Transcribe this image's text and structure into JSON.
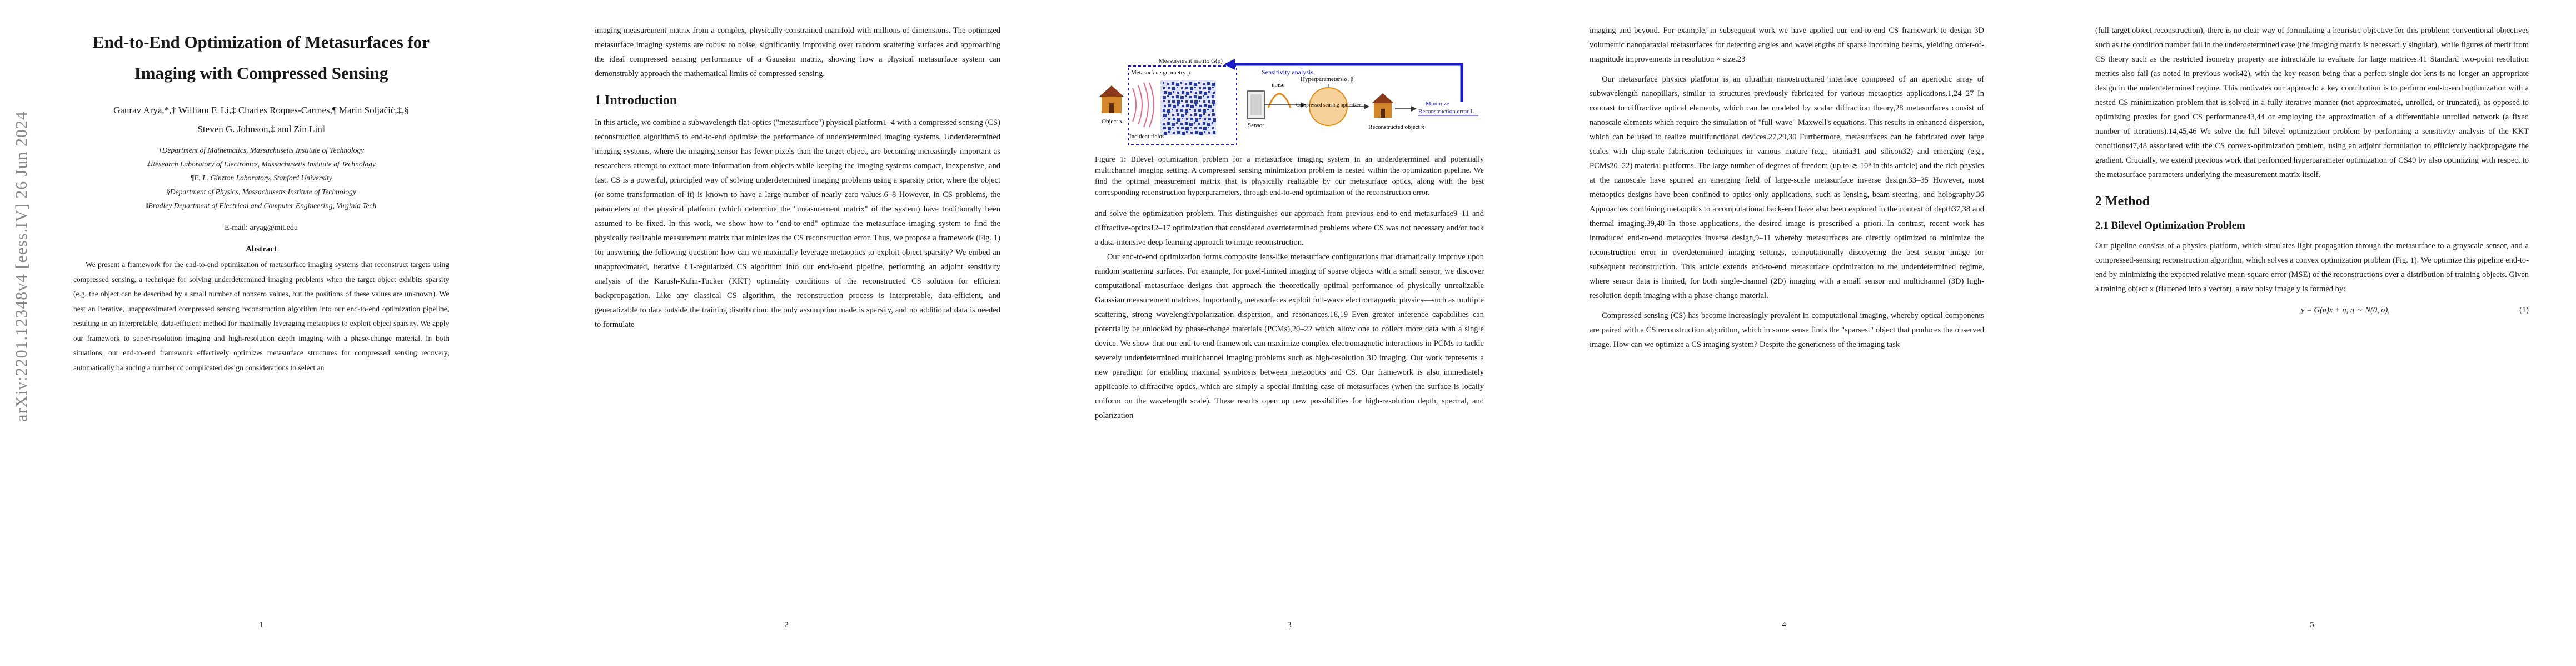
{
  "arxiv_id": "arXiv:2201.12348v4  [eess.IV]  26 Jun 2024",
  "page1": {
    "title_line1": "End-to-End Optimization of Metasurfaces for",
    "title_line2": "Imaging with Compressed Sensing",
    "authors_line1": "Gaurav Arya,*,† William F. Li,‡ Charles Roques-Carmes,¶ Marin Soljačić,‡,§",
    "authors_line2": "Steven G. Johnson,‡ and Zin Lin‖",
    "aff1": "†Department of Mathematics, Massachusetts Institute of Technology",
    "aff2": "‡Research Laboratory of Electronics, Massachusetts Institute of Technology",
    "aff3": "¶E. L. Ginzton Laboratory, Stanford University",
    "aff4": "§Department of Physics, Massachusetts Institute of Technology",
    "aff5": "‖Bradley Department of Electrical and Computer Engineering, Virginia Tech",
    "email": "E-mail: aryag@mit.edu",
    "abstract_heading": "Abstract",
    "abstract": "We present a framework for the end-to-end optimization of metasurface imaging systems that reconstruct targets using compressed sensing, a technique for solving underdetermined imaging problems when the target object exhibits sparsity (e.g. the object can be described by a small number of nonzero values, but the positions of these values are unknown). We nest an iterative, unapproximated compressed sensing reconstruction algorithm into our end-to-end optimization pipeline, resulting in an interpretable, data-efficient method for maximally leveraging metaoptics to exploit object sparsity. We apply our framework to super-resolution imaging and high-resolution depth imaging with a phase-change material. In both situations, our end-to-end framework effectively optimizes metasurface structures for compressed sensing recovery, automatically balancing a number of complicated design considerations to select an",
    "page_number": "1"
  },
  "page2": {
    "p1": "imaging measurement matrix from a complex, physically-constrained manifold with millions of dimensions. The optimized metasurface imaging systems are robust to noise, significantly improving over random scattering surfaces and approaching the ideal compressed sensing performance of a Gaussian matrix, showing how a physical metasurface system can demonstrably approach the mathematical limits of compressed sensing.",
    "section": "1    Introduction",
    "p2": "In this article, we combine a subwavelength flat-optics (\"metasurface\") physical platform1–4 with a compressed sensing (CS) reconstruction algorithm5 to end-to-end optimize the performance of underdetermined imaging systems. Underdetermined imaging systems, where the imaging sensor has fewer pixels than the target object, are becoming increasingly important as researchers attempt to extract more information from objects while keeping the imaging systems compact, inexpensive, and fast. CS is a powerful, principled way of solving underdetermined imaging problems using a sparsity prior, where the object (or some transformation of it) is known to have a large number of nearly zero values.6–8 However, in CS problems, the parameters of the physical platform (which determine the \"measurement matrix\" of the system) have traditionally been assumed to be fixed. In this work, we show how to \"end-to-end\" optimize the metasurface imaging system to find the physically realizable measurement matrix that minimizes the CS reconstruction error. Thus, we propose a framework (Fig. 1) for answering the following question: how can we maximally leverage metaoptics to exploit object sparsity? We embed an unapproximated, iterative ℓ1-regularized CS algorithm into our end-to-end pipeline, performing an adjoint sensitivity analysis of the Karush-Kuhn-Tucker (KKT) optimality conditions of the reconstructed CS solution for efficient backpropagation. Like any classical CS algorithm, the reconstruction process is interpretable, data-efficient, and generalizable to data outside the training distribution: the only assumption made is sparsity, and no additional data is needed to formulate",
    "page_number": "2"
  },
  "page3": {
    "fig_labels": {
      "meas": "Measurement matrix G(p)",
      "sens": "Sensitivity analysis",
      "metasurface": "Metasurface geometry p",
      "hyper": "Hyperparameters α, β",
      "object": "Object x",
      "incident": "Incident fields",
      "sensor": "Sensor",
      "noise": "noise",
      "cs": "Compressed sensing optimizer",
      "recon": "Reconstructed object x̂",
      "minimize": "Minimize",
      "recon_err": "Reconstruction error L"
    },
    "caption": "Figure 1: Bilevel optimization problem for a metasurface imaging system in an underdetermined and potentially multichannel imaging setting. A compressed sensing minimization problem is nested within the optimization pipeline. We find the optimal measurement matrix that is physically realizable by our metasurface optics, along with the best corresponding reconstruction hyperparameters, through end-to-end optimization of the reconstruction error.",
    "p1": "and solve the optimization problem. This distinguishes our approach from previous end-to-end metasurface9–11 and diffractive-optics12–17 optimization that considered overdetermined problems where CS was not necessary and/or took a data-intensive deep-learning approach to image reconstruction.",
    "p2": "Our end-to-end optimization forms composite lens-like metasurface configurations that dramatically improve upon random scattering surfaces. For example, for pixel-limited imaging of sparse objects with a small sensor, we discover computational metasurface designs that approach the theoretically optimal performance of physically unrealizable Gaussian measurement matrices. Importantly, metasurfaces exploit full-wave electromagnetic physics—such as multiple scattering, strong wavelength/polarization dispersion, and resonances.18,19 Even greater inference capabilities can potentially be unlocked by phase-change materials (PCMs),20–22 which allow one to collect more data with a single device. We show that our end-to-end framework can maximize complex electromagnetic interactions in PCMs to tackle severely underdetermined multichannel imaging problems such as high-resolution 3D imaging. Our work represents a new paradigm for enabling maximal symbiosis between metaoptics and CS. Our framework is also immediately applicable to diffractive optics, which are simply a special limiting case of metasurfaces (when the surface is locally uniform on the wavelength scale). These results open up new possibilities for high-resolution depth, spectral, and polarization",
    "page_number": "3"
  },
  "page4": {
    "p1": "imaging and beyond. For example, in subsequent work we have applied our end-to-end CS framework to design 3D volumetric nanoparaxial metasurfaces for detecting angles and wavelengths of sparse incoming beams, yielding order-of-magnitude improvements in resolution × size.23",
    "p2": "Our metasurface physics platform is an ultrathin nanostructured interface composed of an aperiodic array of subwavelength nanopillars, similar to structures previously fabricated for various metaoptics applications.1,24–27 In contrast to diffractive optical elements, which can be modeled by scalar diffraction theory,28 metasurfaces consist of nanoscale elements which require the simulation of \"full-wave\" Maxwell's equations. This results in enhanced dispersion, which can be used to realize multifunctional devices.27,29,30 Furthermore, metasurfaces can be fabricated over large scales with chip-scale fabrication techniques in various mature (e.g., titania31 and silicon32) and emerging (e.g., PCMs20–22) material platforms. The large number of degrees of freedom (up to ≳ 10⁹ in this article) and the rich physics at the nanoscale have spurred an emerging field of large-scale metasurface inverse design.33–35 However, most metaoptics designs have been confined to optics-only applications, such as lensing, beam-steering, and holography.36 Approaches combining metaoptics to a computational back-end have also been explored in the context of depth37,38 and thermal imaging.39,40 In those applications, the desired image is prescribed a priori. In contrast, recent work has introduced end-to-end metaoptics inverse design,9–11 whereby metasurfaces are directly optimized to minimize the reconstruction error in overdetermined imaging settings, computationally discovering the best sensor image for subsequent reconstruction. This article extends end-to-end metasurface optimization to the underdetermined regime, where sensor data is limited, for both single-channel (2D) imaging with a small sensor and multichannel (3D) high-resolution depth imaging with a phase-change material.",
    "p3": "Compressed sensing (CS) has become increasingly prevalent in computational imaging, whereby optical components are paired with a CS reconstruction algorithm, which in some sense finds the \"sparsest\" object that produces the observed image. How can we optimize a CS imaging system? Despite the genericness of the imaging task",
    "page_number": "4"
  },
  "page5": {
    "p1": "(full target object reconstruction), there is no clear way of formulating a heuristic objective for this problem: conventional objectives such as the condition number fail in the underdetermined case (the imaging matrix is necessarily singular), while figures of merit from CS theory such as the restricted isometry property are intractable to evaluate for large matrices.41 Standard two-point resolution metrics also fail (as noted in previous work42), with the key reason being that a perfect single-dot lens is no longer an appropriate design in the underdetermined regime. This motivates our approach: a key contribution is to perform end-to-end optimization with a nested CS minimization problem that is solved in a fully iterative manner (not approximated, unrolled, or truncated), as opposed to optimizing proxies for good CS performance43,44 or employing the approximation of a differentiable unrolled network (a fixed number of iterations).14,45,46 We solve the full bilevel optimization problem by performing a sensitivity analysis of the KKT conditions47,48 associated with the CS convex-optimization problem, using an adjoint formulation to efficiently backpropagate the gradient. Crucially, we extend previous work that performed hyperparameter optimization of CS49 by also optimizing with respect to the metasurface parameters underlying the measurement matrix itself.",
    "section": "2    Method",
    "subsection": "2.1    Bilevel Optimization Problem",
    "p2": "Our pipeline consists of a physics platform, which simulates light propagation through the metasurface to a grayscale sensor, and a compressed-sensing reconstruction algorithm, which solves a convex optimization problem (Fig. 1). We optimize this pipeline end-to-end by minimizing the expected relative mean-square error (MSE) of the reconstructions over a distribution of training objects. Given a training object x (flattened into a vector), a raw noisy image y is formed by:",
    "equation": "y = G(p)x + η,   η ∼ N(0, σ),",
    "eq_number": "(1)",
    "page_number": "5"
  },
  "colors": {
    "blue_arrow": "#1a1acc",
    "house": "#d4862a",
    "roof": "#8a3a1a",
    "orange": "#e08a1a",
    "pink": "#f2b5c5"
  }
}
